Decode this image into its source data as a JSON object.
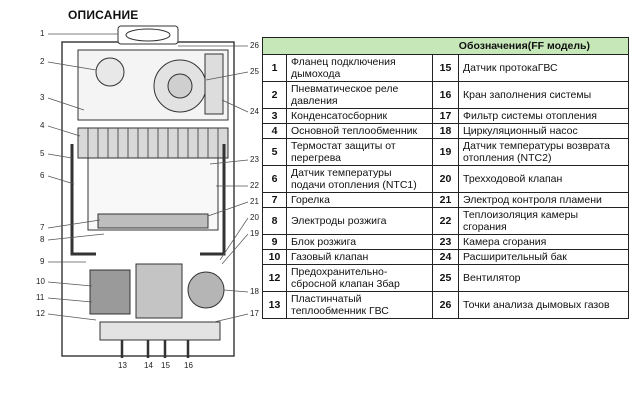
{
  "page": {
    "title": "ОПИСАНИЕ"
  },
  "diagram": {
    "left_callouts": [
      "1",
      "2",
      "3",
      "4",
      "5",
      "6",
      "7",
      "8",
      "9",
      "10",
      "11",
      "12"
    ],
    "right_callouts": [
      "26",
      "25",
      "24",
      "23",
      "22",
      "21",
      "20",
      "19",
      "18",
      "17"
    ],
    "bottom_callouts": [
      "13",
      "14",
      "15",
      "16"
    ]
  },
  "legend": {
    "header": "Обозначения(FF модель)",
    "rows": [
      {
        "n1": "1",
        "t1": "Фланец подключения дымохода",
        "n2": "15",
        "t2": "Датчик протокаГВС"
      },
      {
        "n1": "2",
        "t1": "Пневматическое реле давления",
        "n2": "16",
        "t2": "Кран заполнения системы"
      },
      {
        "n1": "3",
        "t1": "Конденсатосборник",
        "n2": "17",
        "t2": "Фильтр системы отопления"
      },
      {
        "n1": "4",
        "t1": "Основной теплообменник",
        "n2": "18",
        "t2": "Циркуляционный насос"
      },
      {
        "n1": "5",
        "t1": "Термостат защиты от перегрева",
        "n2": "19",
        "t2": "Датчик температуры возврата отопления (NTC2)"
      },
      {
        "n1": "6",
        "t1": "Датчик температуры подачи отопления (NTC1)",
        "n2": "20",
        "t2": "Трехходовой клапан"
      },
      {
        "n1": "7",
        "t1": "Горелка",
        "n2": "21",
        "t2": "Электрод контроля пламени"
      },
      {
        "n1": "8",
        "t1": "Электроды розжига",
        "n2": "22",
        "t2": "Теплоизоляция камеры сгорания"
      },
      {
        "n1": "9",
        "t1": "Блок розжига",
        "n2": "23",
        "t2": "Камера сгорания"
      },
      {
        "n1": "10",
        "t1": "Газовый клапан",
        "n2": "24",
        "t2": "Расширительный бак"
      },
      {
        "n1": "12",
        "t1": "Предохранительно-сбросной клапан 3бар",
        "n2": "25",
        "t2": "Вентилятор"
      },
      {
        "n1": "13",
        "t1": "Пластинчатый теплообменник ГВС",
        "n2": "26",
        "t2": "Точки анализа дымовых газов"
      }
    ]
  }
}
